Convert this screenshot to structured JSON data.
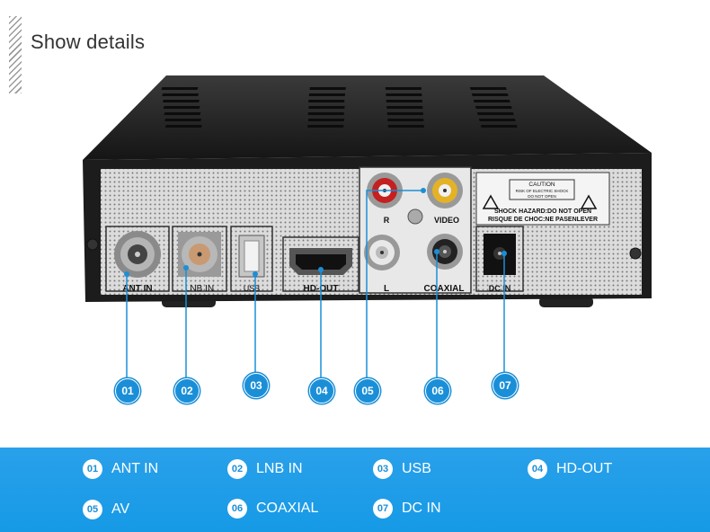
{
  "header": {
    "title": "Show details"
  },
  "device": {
    "caution_title": "CAUTION",
    "caution_line1": "RISK OF ELECTRIC SHOCK",
    "caution_line2": "DO NOT OPEN",
    "warning_line1": "SHOCK HAZARD:DO NOT OPEN",
    "warning_line2": "RISQUE DE CHOC:NE PASENLEVER",
    "port_labels": {
      "ant_in": "ANT IN",
      "lnb_in": "LNB IN",
      "usb": "USB",
      "hd_out": "HD-OUT",
      "r": "R",
      "video": "VIDEO",
      "l": "L",
      "coaxial": "COAXIAL",
      "dc_in": "DC IN"
    }
  },
  "callouts": [
    "01",
    "02",
    "03",
    "04",
    "05",
    "06",
    "07"
  ],
  "legend": [
    {
      "num": "01",
      "label": "ANT IN"
    },
    {
      "num": "02",
      "label": "LNB IN"
    },
    {
      "num": "03",
      "label": "USB"
    },
    {
      "num": "04",
      "label": "HD-OUT"
    },
    {
      "num": "05",
      "label": "AV"
    },
    {
      "num": "06",
      "label": "COAXIAL"
    },
    {
      "num": "07",
      "label": "DC IN"
    }
  ],
  "colors": {
    "accent": "#1a8fd8",
    "band": "#1e9be8",
    "device_body": "#1c1c1c",
    "panel": "#d9d9d9"
  }
}
